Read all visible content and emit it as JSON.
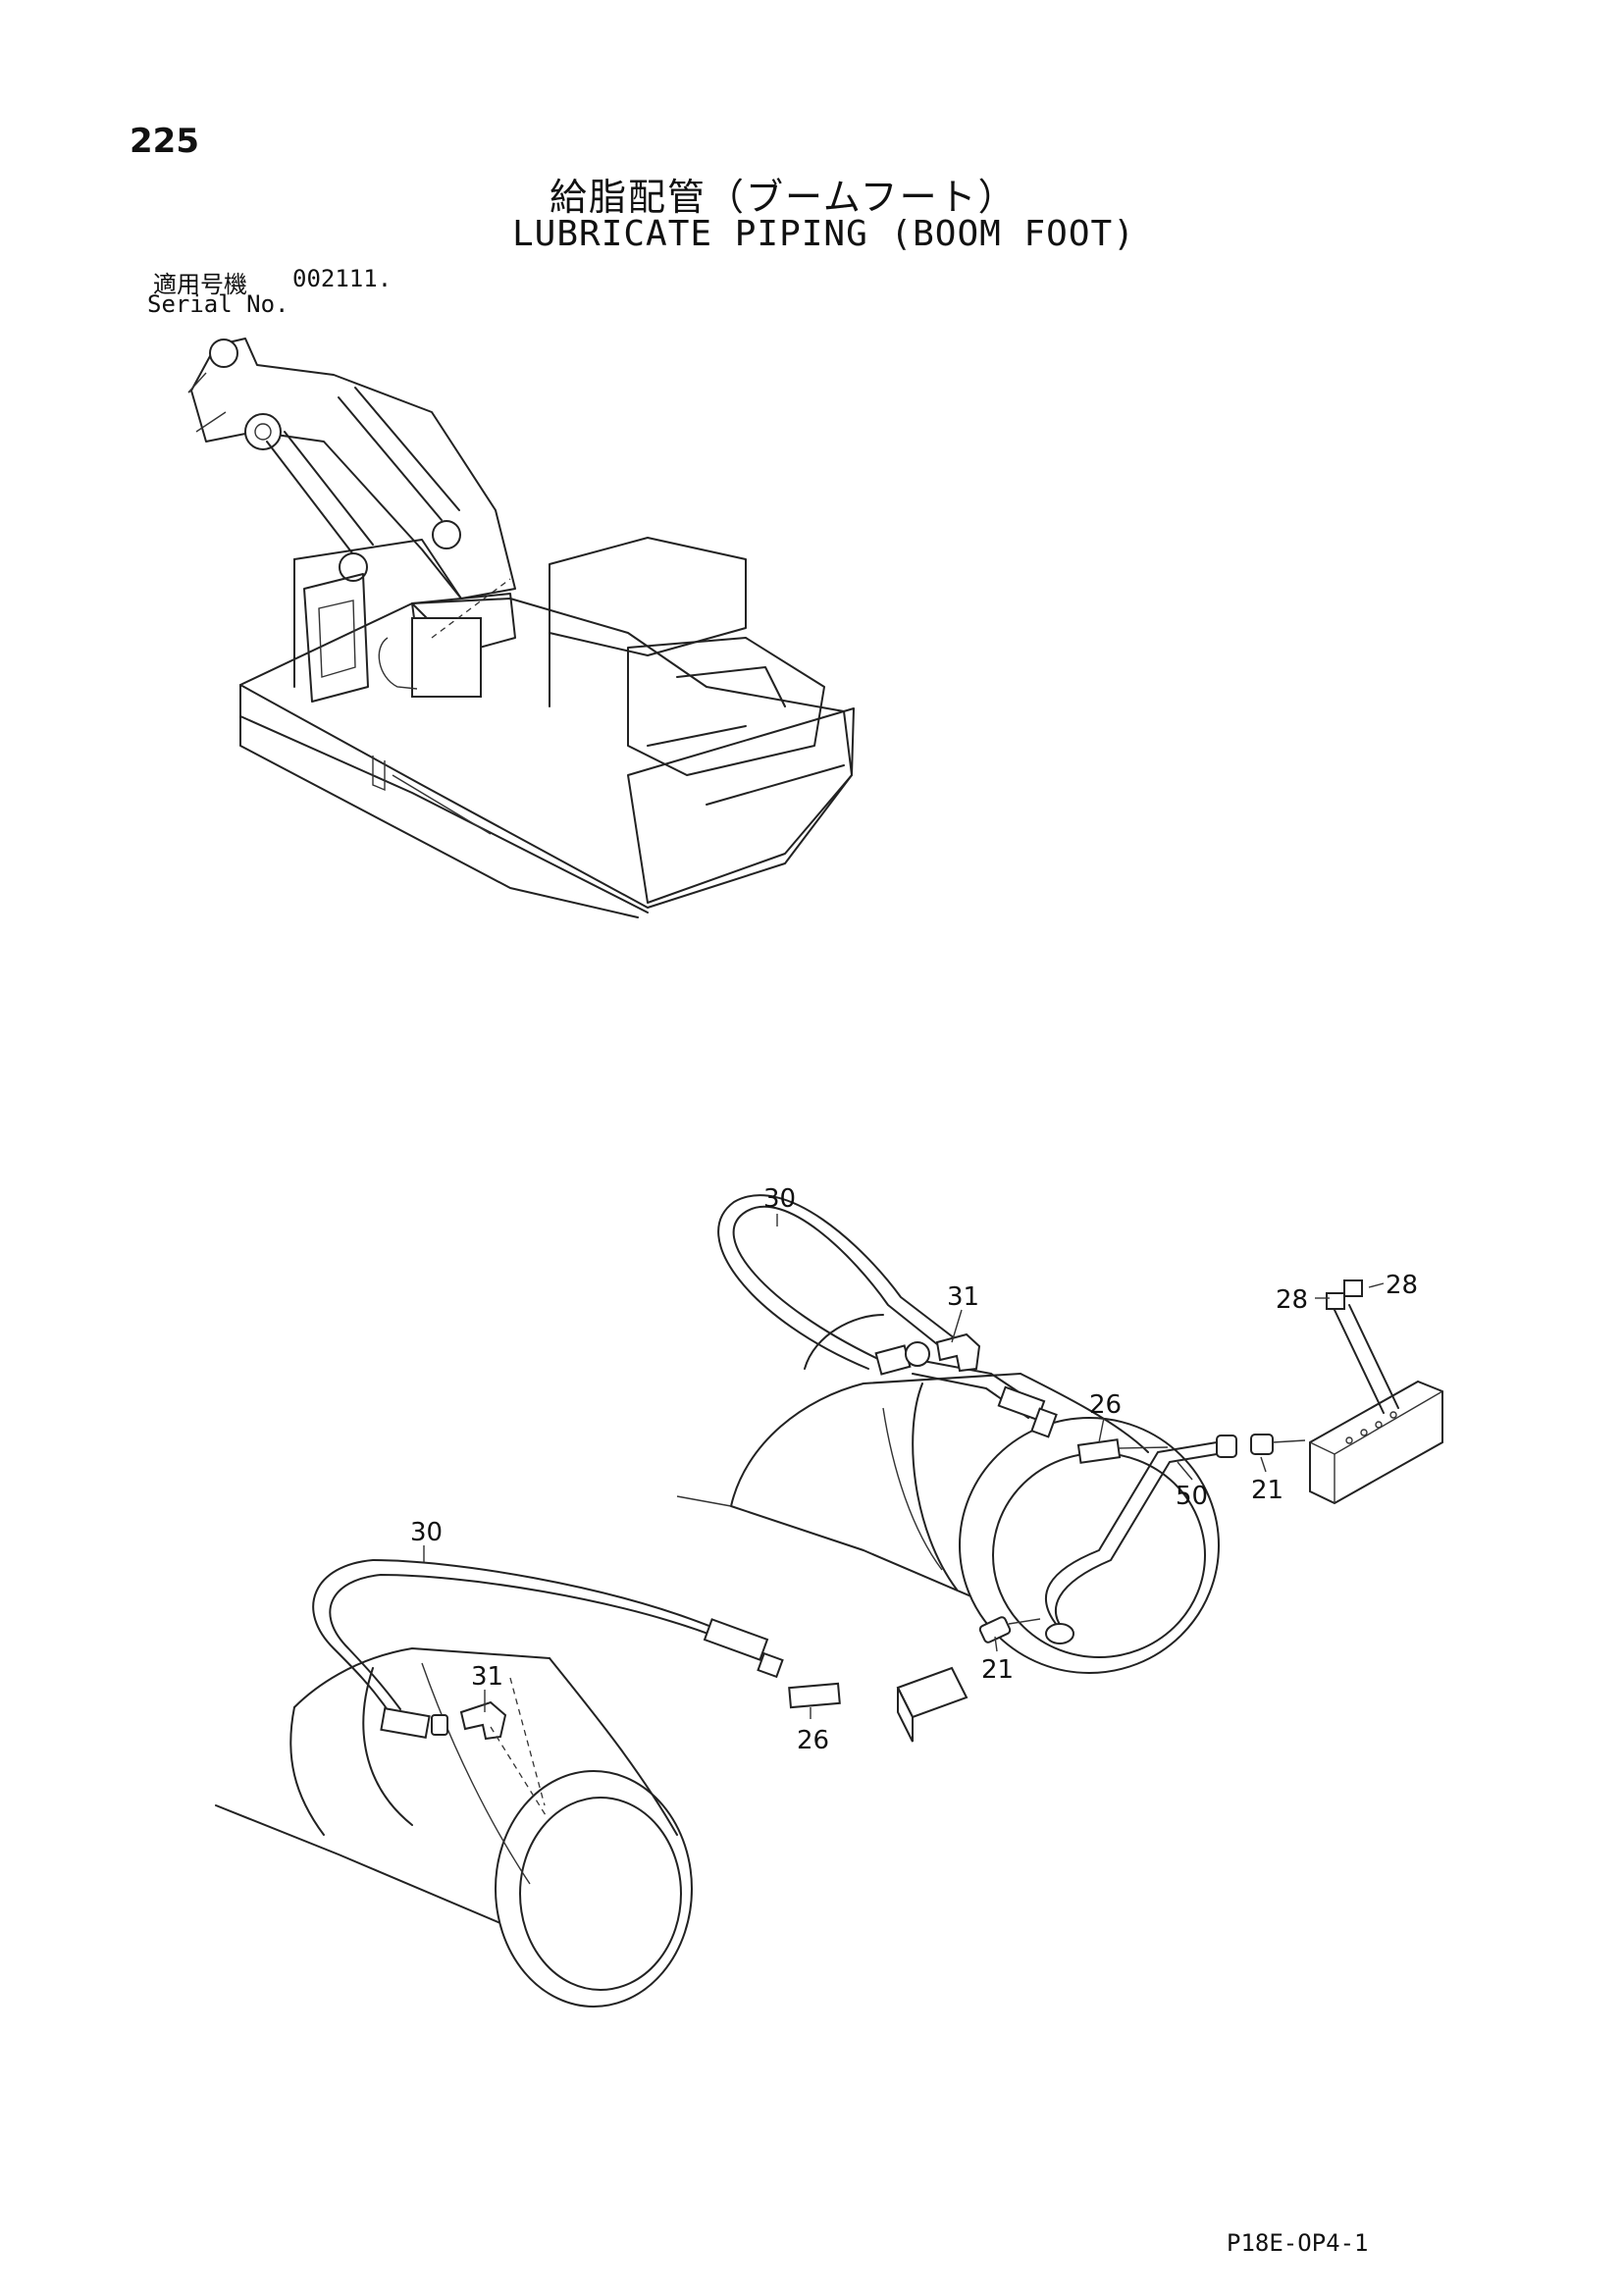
{
  "page": {
    "number": "225",
    "title_jp": "給脂配管（ブームフート）",
    "title_en": "LUBRICATE PIPING (BOOM FOOT)",
    "serial_label_jp": "適用号機",
    "serial_number": "002111.",
    "serial_label_en": "Serial No.",
    "footer_code": "P18E-OP4-1"
  },
  "callouts": {
    "c30_upper": "30",
    "c31_upper": "31",
    "c26_upper": "26",
    "c50": "50",
    "c21_upper": "21",
    "c28_left": "28",
    "c28_right": "28",
    "c30_lower": "30",
    "c31_lower": "31",
    "c26_lower": "26",
    "c21_lower": "21"
  }
}
